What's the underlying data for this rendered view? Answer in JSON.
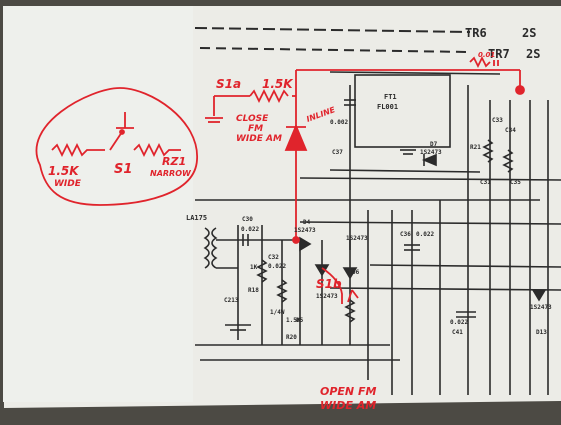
{
  "header": {
    "code_a": "TR6",
    "code_b": "2S",
    "code_c": "TR7",
    "code_d": "2S"
  },
  "schematic_labels": {
    "ic": "FT1",
    "ic_sub": "FL001",
    "r21": "R21",
    "c30": "C30",
    "c31": "C31",
    "c33": "C33",
    "c34": "C34",
    "c35": "C35",
    "c37": "C37",
    "c37_val": "0.002",
    "d7": "D7",
    "d7_part": "1S2473",
    "la175": "LA175",
    "c30_val": "0.022",
    "d4": "D4",
    "d4_part": "1S2473",
    "c36": "C36",
    "c36_val": "0.022",
    "c32": "C32",
    "c32_val": "0.022",
    "d5": "D5",
    "d5_part": "1S2473",
    "d6": "D6",
    "d6_part": "1S2473",
    "c213": "C213",
    "r20": "R20",
    "r20_spec": "1/4W",
    "r20_val": "1.5K",
    "r18": "R18",
    "r18_val": "1K",
    "c41": "C41",
    "c41_val": "0.022",
    "d13": "D13",
    "d13_part": "1S2473"
  },
  "annotations": {
    "detail_left": "1.5K",
    "detail_mid": "S1",
    "detail_right": "RZ1",
    "detail_wide": "WIDE",
    "detail_narrow": "NARROW",
    "s1a": "S1a",
    "r_15k": "1.5K",
    "close_fm": "CLOSE",
    "close_fm2": "FM",
    "close_fm3": "WIDE AM",
    "inline": "INLINE",
    "s1b": "S1b",
    "open_fm": "OPEN FM",
    "open_fm2": "WIDE AM",
    "jumper": "0.01"
  },
  "colors": {
    "paper": "#ecece8",
    "ink": "#2b2b2b",
    "red_ink": "#e0242c",
    "shadow": "#4a4a44"
  }
}
